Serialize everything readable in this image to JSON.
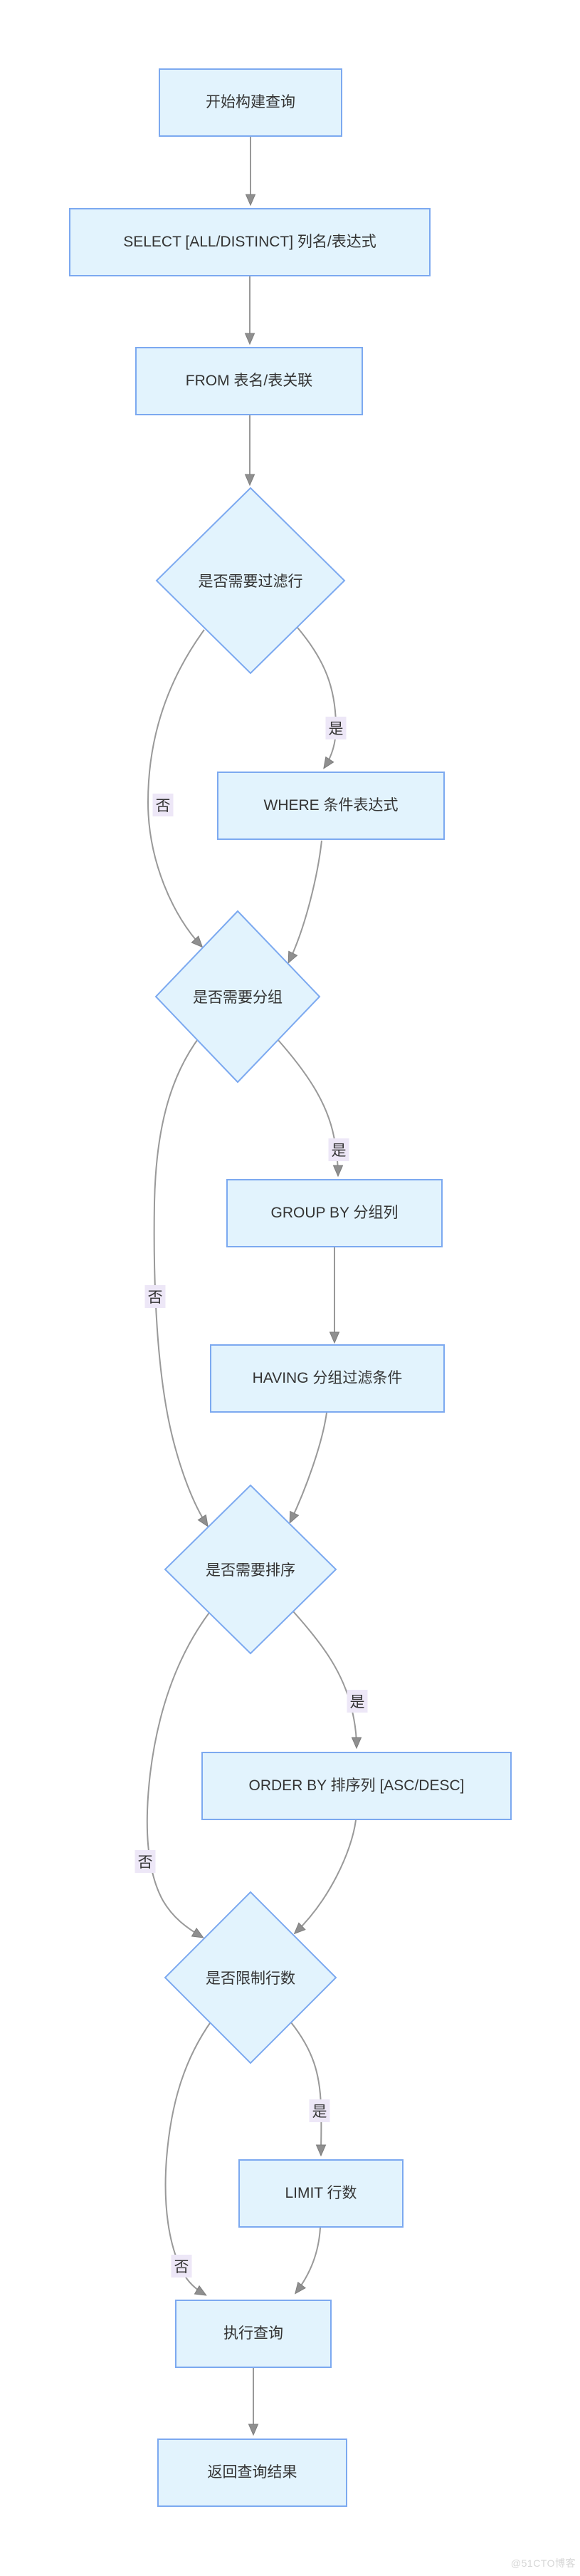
{
  "page": {
    "background": "#ffffff",
    "watermark": "@51CTO博客"
  },
  "flowchart": {
    "type": "flowchart",
    "nodes": {
      "start": "开始构建查询",
      "select": "SELECT [ALL/DISTINCT] 列名/表达式",
      "from": "FROM 表名/表关联",
      "filter_decision": "是否需要过滤行",
      "where": "WHERE 条件表达式",
      "group_decision": "是否需要分组",
      "group_by": "GROUP BY 分组列",
      "having": "HAVING 分组过滤条件",
      "sort_decision": "是否需要排序",
      "order_by": "ORDER BY 排序列 [ASC/DESC]",
      "limit_decision": "是否限制行数",
      "limit": "LIMIT 行数",
      "execute": "执行查询",
      "return_result": "返回查询结果"
    },
    "labels": {
      "yes": "是",
      "no": "否"
    },
    "colors": {
      "node_fill": "#e2f3fd",
      "node_border": "#7ca9f0",
      "edge": "#999999",
      "arrowhead": "#8f8f8f",
      "text": "#333333",
      "edge_label_bg": "#ede7f7",
      "watermark_text": "#d6d6d6"
    }
  }
}
